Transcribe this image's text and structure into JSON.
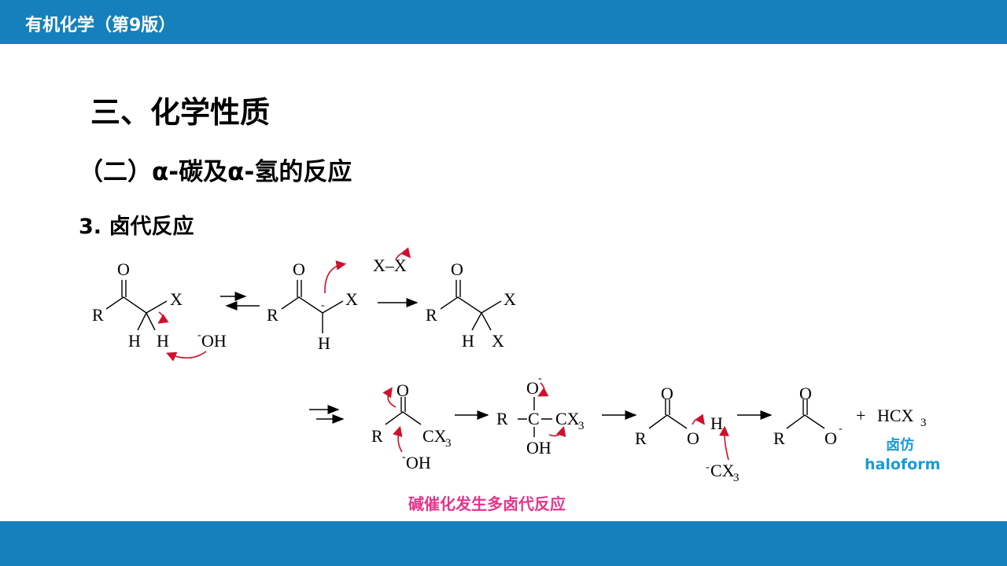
{
  "header": {
    "title": "有机化学（第9版）"
  },
  "headings": {
    "section": "三、化学性质",
    "subsection": "（二）α-碳及α-氢的反应",
    "topic": "3. 卤代反应"
  },
  "scheme": {
    "R": "R",
    "O": "O",
    "X": "X",
    "H": "H",
    "OH": "OH",
    "minus": "-",
    "C": "C",
    "CX": "CX",
    "three": "3",
    "HCX": "HCX",
    "plus": "+",
    "XX": "X–X"
  },
  "labels": {
    "haloform_cn": "卤仿",
    "haloform_en": "haloform",
    "note": "碱催化发生多卤代反应"
  },
  "colors": {
    "bar": "#1580bb",
    "arrow_red": "#d0102b",
    "note": "#e6358c",
    "haloform": "#1a9ad6"
  }
}
